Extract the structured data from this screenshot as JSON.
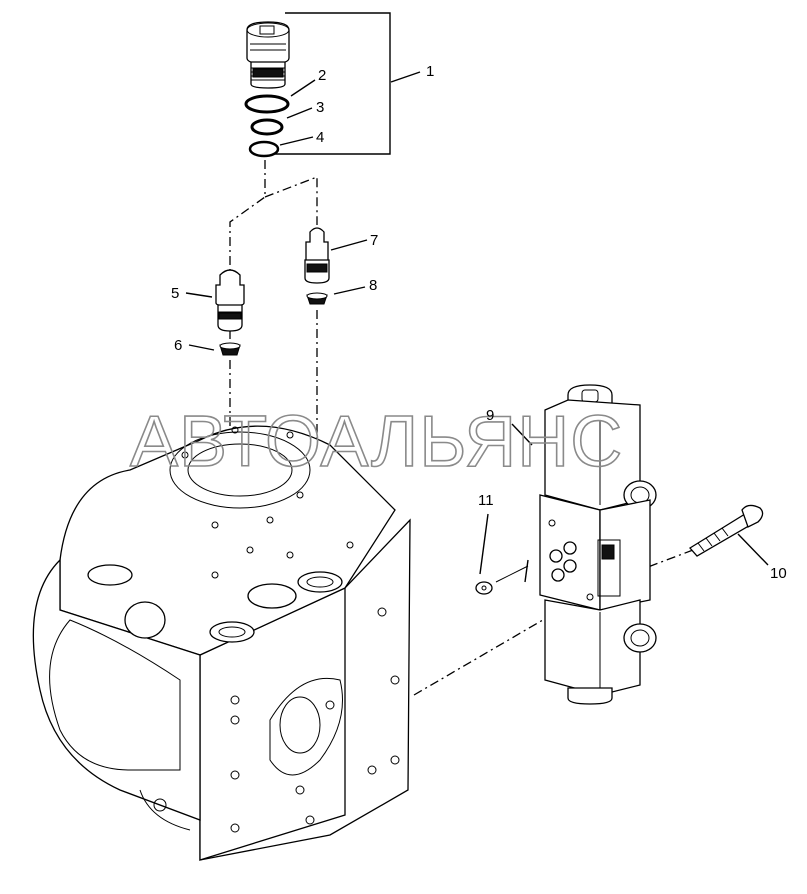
{
  "watermark": "АВТОАЛЬЯНС",
  "callouts": [
    {
      "id": "c1",
      "label": "1"
    },
    {
      "id": "c2",
      "label": "2"
    },
    {
      "id": "c3",
      "label": "3"
    },
    {
      "id": "c4",
      "label": "4"
    },
    {
      "id": "c5",
      "label": "5"
    },
    {
      "id": "c6",
      "label": "6"
    },
    {
      "id": "c7",
      "label": "7"
    },
    {
      "id": "c8",
      "label": "8"
    },
    {
      "id": "c9",
      "label": "9"
    },
    {
      "id": "c10",
      "label": "10"
    },
    {
      "id": "c11",
      "label": "11"
    }
  ]
}
